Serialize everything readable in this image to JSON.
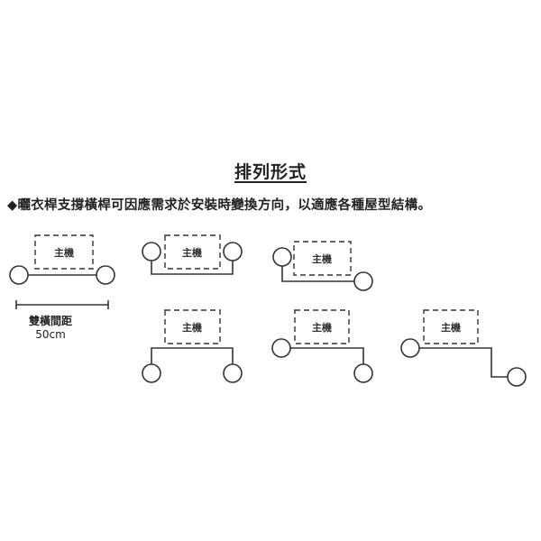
{
  "title": "排列形式",
  "description": "◆曬衣桿支撐橫桿可因應需求於安裝時變換方向，以適應各種屋型結構。",
  "host_label": "主機",
  "spacing": {
    "label": "雙橫間距",
    "value": "50cm"
  },
  "layouts": [
    {
      "id": "straight",
      "host_label": "主機"
    },
    {
      "id": "u-shape-up",
      "host_label": "主機"
    },
    {
      "id": "z-shape",
      "host_label": "主機"
    },
    {
      "id": "u-shape-down",
      "host_label": "主機"
    },
    {
      "id": "l-shape-down-right",
      "host_label": "主機"
    },
    {
      "id": "stepped",
      "host_label": "主機"
    }
  ]
}
